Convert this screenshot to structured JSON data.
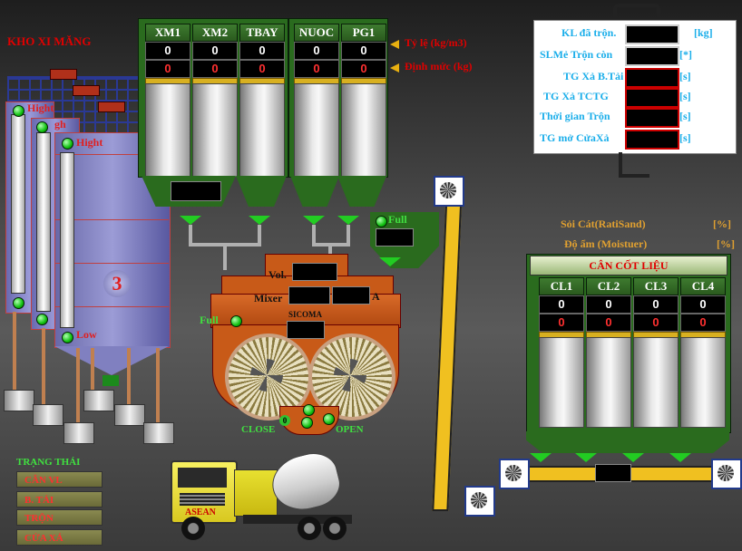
{
  "cement_storage": {
    "title": "KHO XI MĂNG",
    "silo_number": "3",
    "high_label": "Hight",
    "low_label": "Low"
  },
  "upper_silos": [
    {
      "label": "XM1",
      "ratio": "0",
      "norm": "0"
    },
    {
      "label": "XM2",
      "ratio": "0",
      "norm": "0"
    },
    {
      "label": "TBAY",
      "ratio": "0",
      "norm": "0"
    },
    {
      "label": "NUOC",
      "ratio": "0",
      "norm": "0"
    },
    {
      "label": "PG1",
      "ratio": "0",
      "norm": "0"
    }
  ],
  "legend": {
    "ratio": "Tỷ lệ (kg/m3)",
    "norm": "Định mức (kg)"
  },
  "info_panel": {
    "rows": [
      {
        "label": "KL đã trộn.",
        "unit": "[kg]"
      },
      {
        "label": "SLMẻ Trộn còn",
        "unit": "[*]"
      },
      {
        "label": "TG Xả B.Tải",
        "unit": "[s]"
      },
      {
        "label": "TG Xả TCTG",
        "unit": "[s]"
      },
      {
        "label": "Thời gian Trộn",
        "unit": "[s]"
      },
      {
        "label": "TG mở CửaXả",
        "unit": "[s]"
      }
    ]
  },
  "hopper": {
    "full_label": "Full"
  },
  "mixer": {
    "vol_label": "Vol.",
    "mixer_label": "Mixer",
    "a_label": "A",
    "brand": "SICOMA",
    "full_label": "Full",
    "close_label": "CLOSE",
    "open_label": "OPEN",
    "gate_label": "0"
  },
  "aggregate": {
    "ratio_label": "Sỏi Cát(RatiSand)",
    "ratio_unit": "[%]",
    "moisture_label": "Độ ẩm (Moistuer)",
    "moisture_unit": "[%]",
    "title": "CÂN CỐT LIỆU",
    "bins": [
      {
        "label": "CL1",
        "v1": "0",
        "v2": "0"
      },
      {
        "label": "CL2",
        "v1": "0",
        "v2": "0"
      },
      {
        "label": "CL3",
        "v1": "0",
        "v2": "0"
      },
      {
        "label": "CL4",
        "v1": "0",
        "v2": "0"
      }
    ]
  },
  "status": {
    "title": "TRẠNG THÁI",
    "items": [
      "CÂN VL",
      "B. TẢI",
      "TRỘN",
      "CỬA XẢ"
    ]
  },
  "truck": {
    "brand": "ASEAN"
  },
  "colors": {
    "accent_green": "#2a6b1e",
    "label_red": "#e00000",
    "info_cyan": "#1aaeea"
  }
}
